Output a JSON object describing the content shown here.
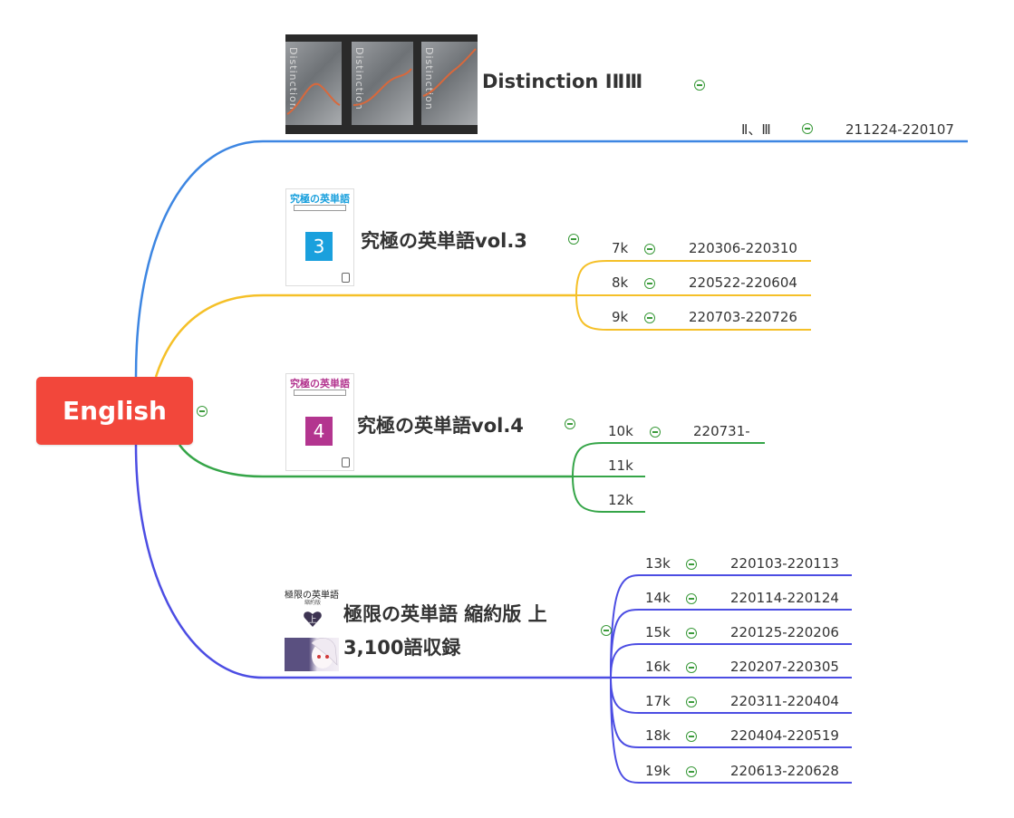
{
  "root": {
    "label": "English",
    "color": "#f2473b"
  },
  "branches": [
    {
      "id": "distinction",
      "title": "Distinction ⅠⅡⅢ",
      "color": "#4a8be0",
      "cover_text": [
        "Distinction",
        "Distinction",
        "Distinction"
      ],
      "children": [
        {
          "label": "Ⅱ、Ⅲ",
          "date": "211224-220107"
        }
      ]
    },
    {
      "id": "kyukyoku-3",
      "title": "究極の英単語vol.3",
      "color": "#f5c23a",
      "cover_title": "究極の英単語",
      "cover_number": "3",
      "cover_color": "#1aa0dd",
      "children": [
        {
          "label": "7k",
          "date": "220306-220310"
        },
        {
          "label": "8k",
          "date": "220522-220604"
        },
        {
          "label": "9k",
          "date": "220703-220726"
        }
      ]
    },
    {
      "id": "kyukyoku-4",
      "title": "究極の英単語vol.4",
      "color": "#3aa64a",
      "cover_title": "究極の英単語",
      "cover_number": "4",
      "cover_color": "#b3358f",
      "children": [
        {
          "label": "10k",
          "date": "220731-"
        },
        {
          "label": "11k",
          "date": ""
        },
        {
          "label": "12k",
          "date": ""
        }
      ]
    },
    {
      "id": "kyokugen",
      "title_line1": "極限の英単語 縮約版 上",
      "title_line2": "3,100語収録",
      "color": "#4f4fe0",
      "cover_title": "極限の英単語",
      "cover_sub": "縮約版",
      "cover_mark": "上",
      "children": [
        {
          "label": "13k",
          "date": "220103-220113"
        },
        {
          "label": "14k",
          "date": "220114-220124"
        },
        {
          "label": "15k",
          "date": "220125-220206"
        },
        {
          "label": "16k",
          "date": "220207-220305"
        },
        {
          "label": "17k",
          "date": "220311-220404"
        },
        {
          "label": "18k",
          "date": "220404-220519"
        },
        {
          "label": "19k",
          "date": "220613-220628"
        }
      ]
    }
  ]
}
